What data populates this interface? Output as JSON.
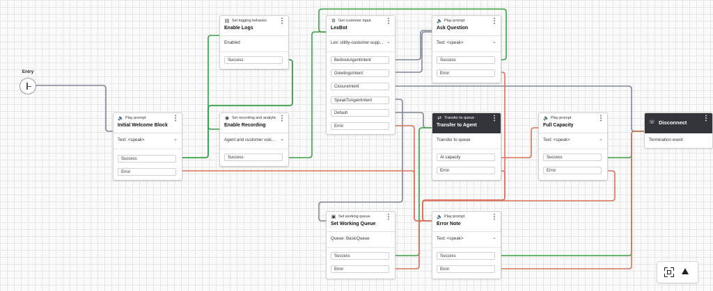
{
  "entry": {
    "label": "Entry"
  },
  "blocks": {
    "initial": {
      "category": "Play prompt",
      "title": "Initial Welcome Block",
      "body": "Text: <speak>",
      "rows": [
        "Success",
        "Error"
      ]
    },
    "logs": {
      "category": "Set logging behavior",
      "title": "Enable Logs",
      "body": "Enabled",
      "rows": [
        "Success"
      ]
    },
    "recording": {
      "category": "Set recording and analytic...",
      "title": "Enable Recording",
      "body": "Agent and customer voic...",
      "rows": [
        "Success"
      ]
    },
    "lexbot": {
      "category": "Get customer input",
      "title": "LexBot",
      "body": "Lex: utility-customer-supp...",
      "rows": [
        "BedrockAgentIntent",
        "GreetingsIntent",
        "ClosureIntent",
        "SpeakToAgentIntent",
        "Default",
        "Error"
      ]
    },
    "ask": {
      "category": "Play prompt",
      "title": "Ask Question",
      "body": "Text: <speak>",
      "rows": [
        "Success",
        "Error"
      ]
    },
    "transfer": {
      "category": "Transfer to queue",
      "title": "Transfer to Agent",
      "body": "Transfer to queue",
      "rows": [
        "At capacity",
        "Error"
      ]
    },
    "capacity": {
      "category": "Play prompt",
      "title": "Full Capacity",
      "body": "Text: <speak>",
      "rows": [
        "Success",
        "Error"
      ]
    },
    "disconnect": {
      "title": "Disconnect",
      "body": "Termination event"
    },
    "queue": {
      "category": "Set working queue",
      "title": "Set Working Queue",
      "body": "Queue: BasicQueue",
      "rows": [
        "Success",
        "Error"
      ]
    },
    "errornote": {
      "category": "Play prompt",
      "title": "Error Note",
      "body": "Text: <speak>",
      "rows": [
        "Success",
        "Error"
      ]
    }
  },
  "colors": {
    "success": "#3a9d45",
    "error": "#d9705a",
    "neutral": "#7d8594",
    "dark_header": "#33353a"
  },
  "icons": {
    "play_prompt": "speaker-icon",
    "logging": "logging-icon",
    "recording": "recording-icon",
    "input": "customer-input-icon",
    "transfer": "transfer-queue-icon",
    "disconnect": "phone-hangup-icon",
    "queue": "working-queue-icon",
    "menu": "kebab-menu-icon",
    "chevron": "chevron-down-icon"
  },
  "controls": {
    "fit": "fit-to-screen-icon",
    "collapse": "triangle-up-icon"
  }
}
